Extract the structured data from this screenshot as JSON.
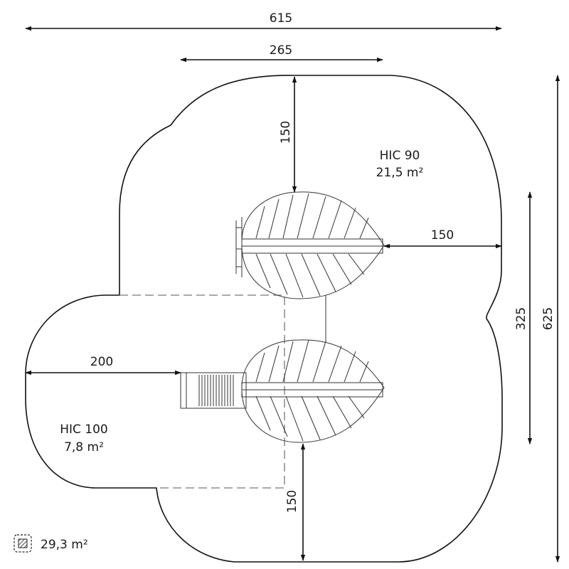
{
  "dimensions": {
    "top_width": "615",
    "inner_width": "265",
    "top_clearance": "150",
    "right_clearance": "150",
    "left_clearance": "200",
    "bottom_clearance": "150",
    "equipment_height": "325",
    "total_height": "625"
  },
  "zones": {
    "upper": {
      "hic": "HIC 90",
      "area": "21,5 m²"
    },
    "lower": {
      "hic": "HIC 100",
      "area": "7,8 m²"
    }
  },
  "legend": {
    "total_area": "29,3 m²",
    "icon": "hatched-square-icon"
  },
  "colors": {
    "line": "#111111",
    "dashed": "#777777",
    "text": "#1a1a1a"
  }
}
